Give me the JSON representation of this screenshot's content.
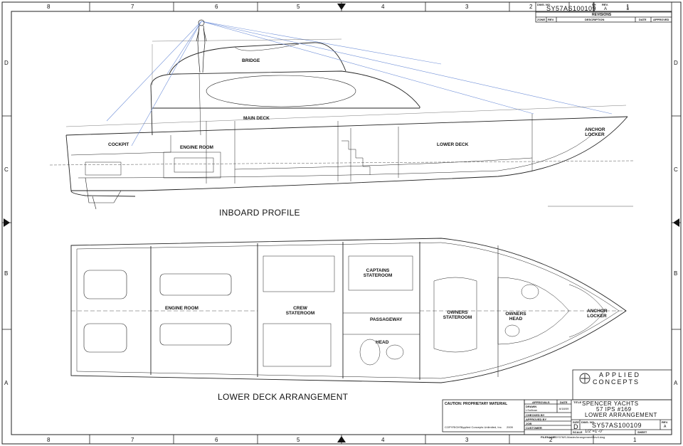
{
  "zones": {
    "columns": [
      "8",
      "7",
      "6",
      "5",
      "4",
      "3",
      "2",
      "1"
    ],
    "rows": [
      "D",
      "C",
      "B",
      "A"
    ]
  },
  "revision_block": {
    "dwg_no_label": "DWG. NO.",
    "dwg_no": "SY57AS100109",
    "sh_label": "SH",
    "rev_label": "REV.",
    "rev": "A",
    "sheet_no": "1",
    "title": "REVISIONS",
    "columns": [
      "ZONE",
      "REV.",
      "DESCRIPTION",
      "DATE",
      "APPROVED"
    ]
  },
  "inboard_profile": {
    "title": "INBOARD PROFILE",
    "rooms": {
      "bridge": "BRIDGE",
      "main_deck": "MAIN DECK",
      "cockpit": "COCKPIT",
      "engine_room": "ENGINE ROOM",
      "lower_deck": "LOWER DECK",
      "anchor_locker": "ANCHOR LOCKER"
    }
  },
  "lower_deck": {
    "title": "LOWER DECK ARRANGEMENT",
    "rooms": {
      "engine_room": "ENGINE ROOM",
      "crew_stateroom": "CREW STATEROOM",
      "captains_stateroom": "CAPTAINS STATEROOM",
      "passageway": "PASSAGEWAY",
      "head": "HEAD",
      "owners_stateroom": "OWNERS STATEROOM",
      "owners_head": "OWNERS HEAD",
      "anchor_locker": "ANCHOR LOCKER"
    }
  },
  "company": {
    "line1": "APPLIED",
    "line2": "CONCEPTS"
  },
  "notice": {
    "heading": "CAUTION:  PROPRIETARY MATERIAL",
    "copyright_label": "COPYRIGHT:",
    "copyright_text": "Applied Concepts Unlimited, Inc.",
    "copyright_year": "2009"
  },
  "title_block": {
    "approvals": "APPROVALS",
    "date": "DATE",
    "title_label": "TITLE",
    "drawn_label": "DRAWN",
    "drawn_by": "LSullivan",
    "drawn_date": "6/18/09",
    "checked_label": "CHECKED BY",
    "approved_label": "APPROVED BY",
    "job_label": "JOB",
    "customer_label": "CUSTOMER",
    "title_line1": "SPENCER YACHTS",
    "title_line2": "57 IPS #169",
    "title_line3": "LOWER ARRANGEMENT",
    "size_label": "SIZE",
    "size": "D",
    "dwg_label": "DWG. NO.",
    "dwg_no": "SY57AS100109",
    "rev_label": "REV.",
    "rev": "A",
    "scale_label": "SCALE",
    "scale": "1/2\"=1'-0\"",
    "sheet_label": "SHEET",
    "filename_label": "FILENAME:",
    "filename": "SY57MS-MasterArrangementRev4.dwg"
  }
}
